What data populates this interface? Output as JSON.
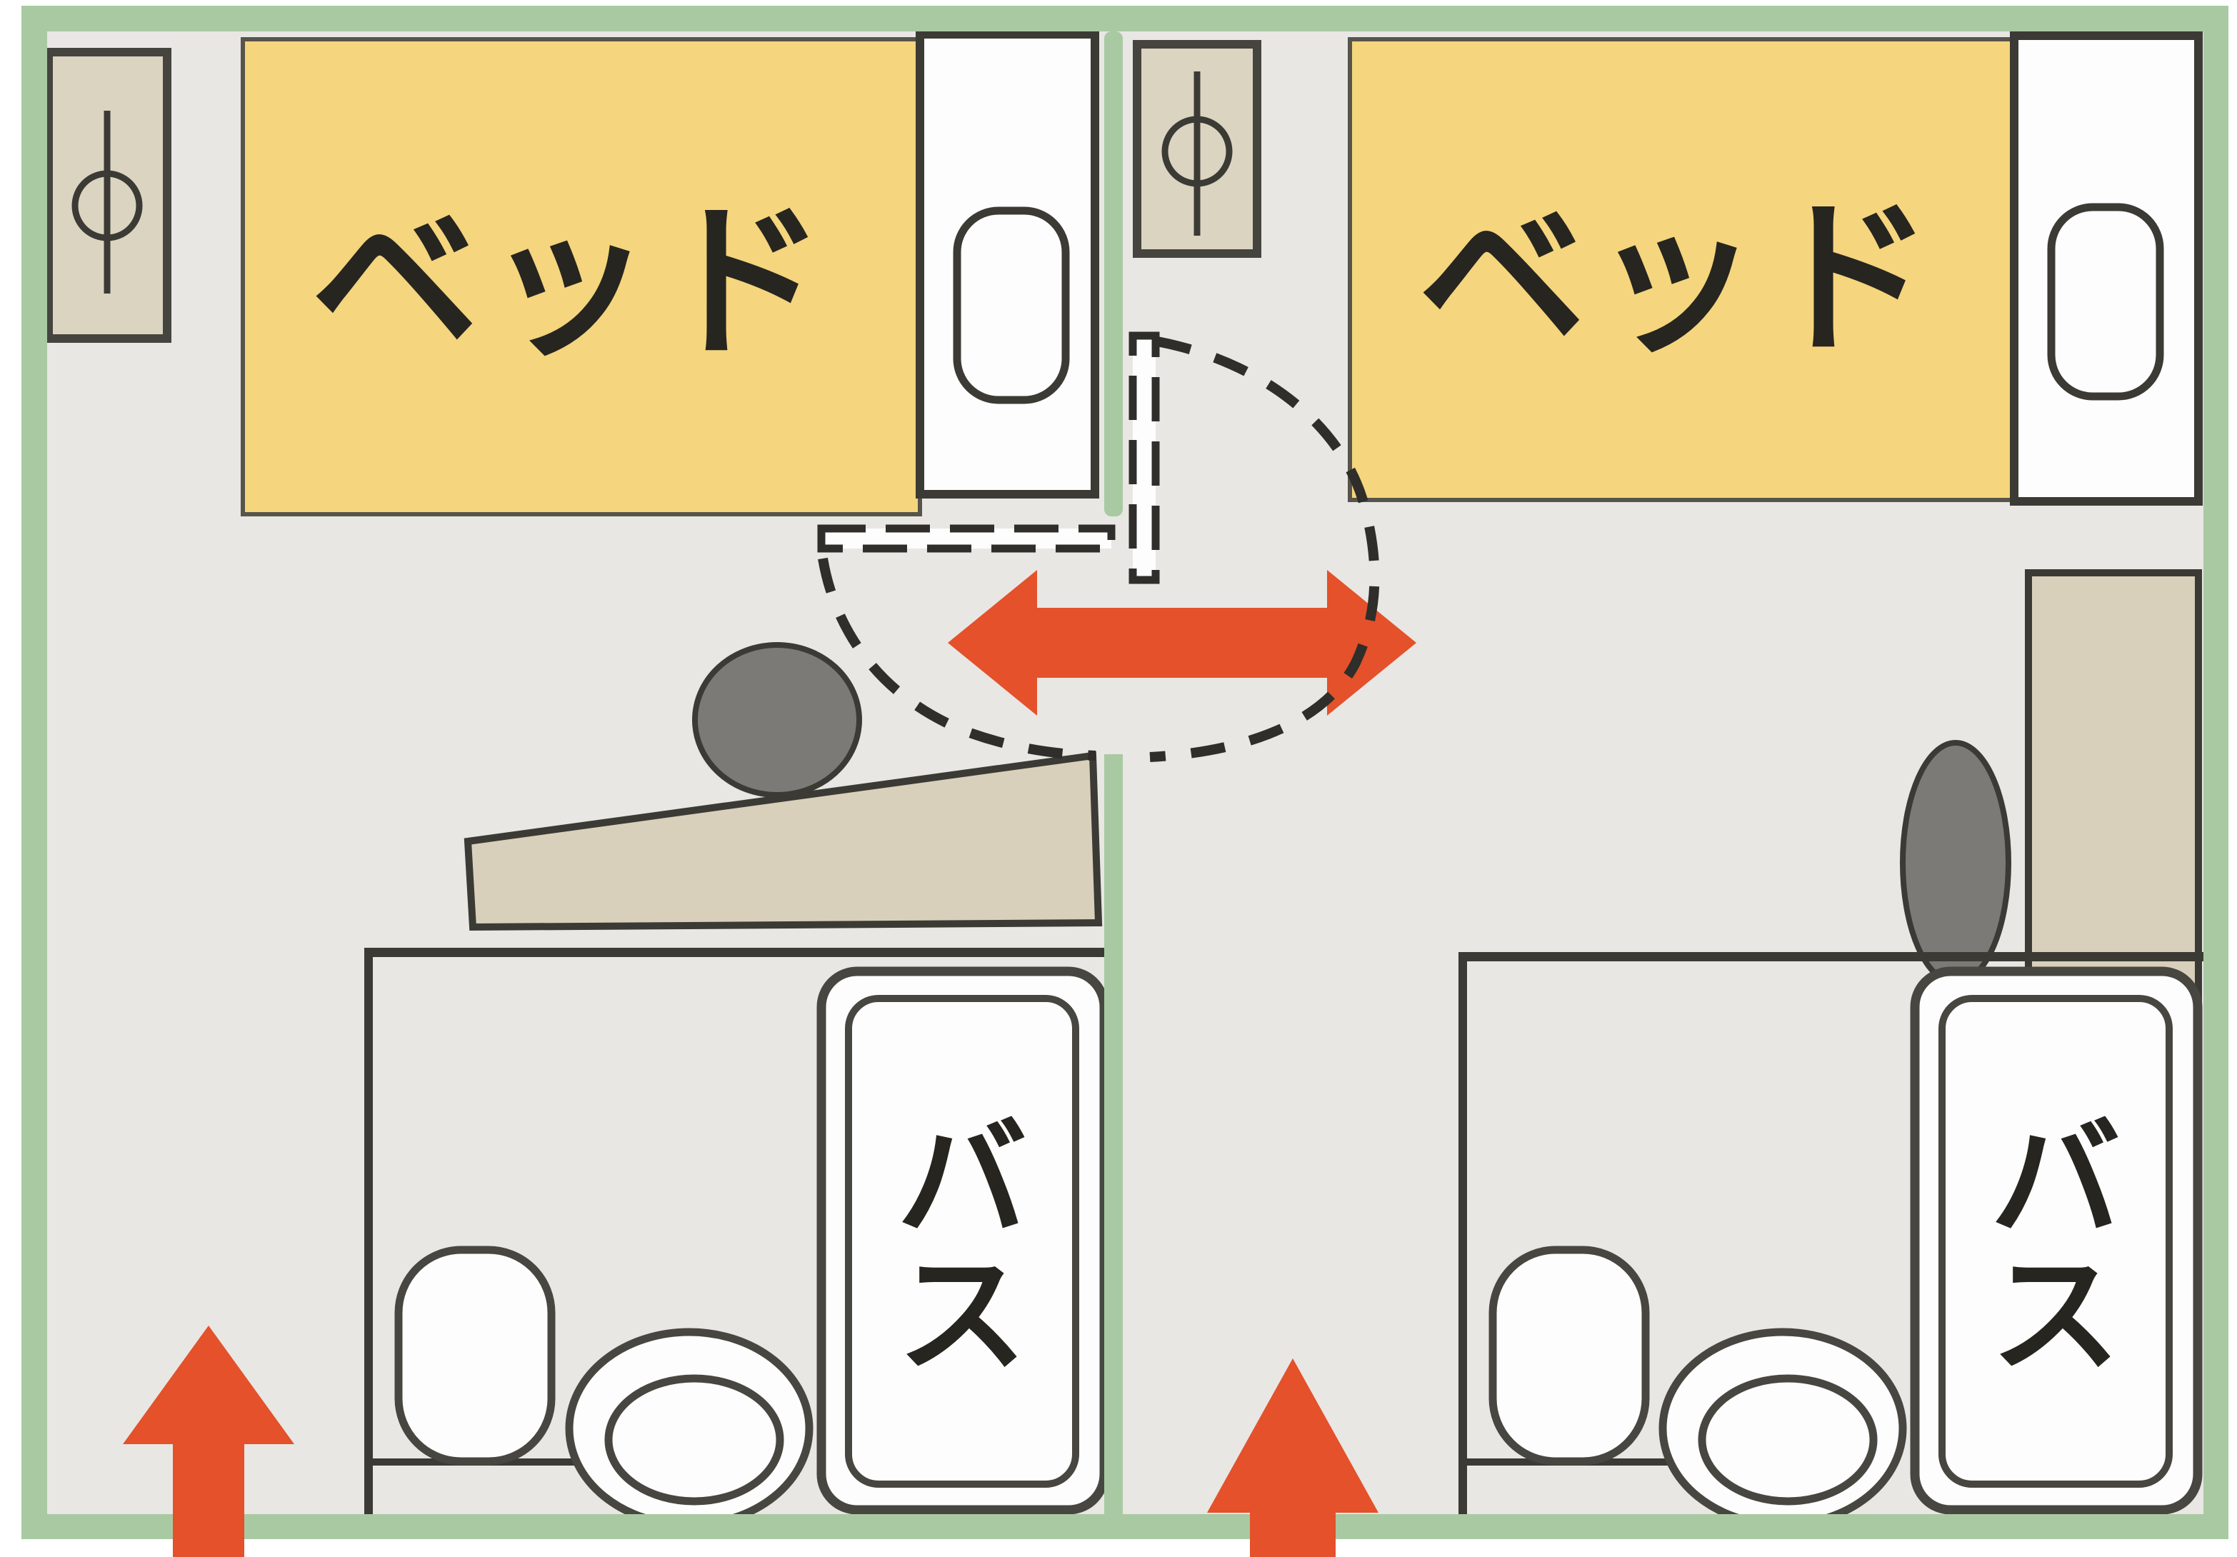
{
  "diagram": {
    "type": "floor-plan",
    "description_visible_text_only": true,
    "left_room": {
      "bed_label": "ベッド",
      "bath_label": "バス"
    },
    "right_room": {
      "bed_label": "ベッド",
      "bath_label": "バス"
    }
  },
  "icons": {
    "phi_fixture_icon": "circle-with-vertical-line (φ)",
    "connecting_door_arrow": "double-headed-horizontal-arrow",
    "entrance_arrow_left": "up-arrow",
    "entrance_arrow_right": "up-arrow",
    "door_swing": "dashed-arc",
    "open_door_leaf": "dashed-rectangle"
  },
  "colors": {
    "page_white": "#ffffff",
    "wall_green": "#a9c9a2",
    "floor_gray": "#e8e7e4",
    "bed_yellow": "#f5d57d",
    "furniture_beige": "#d8d0bb",
    "outline_dark": "#3b3a35",
    "dash_dark": "#2f2e2a",
    "stool_gray": "#7b7a77",
    "arrow_red": "#e4512a",
    "text_dark": "#262520",
    "fixture_white": "#fdfdfd"
  }
}
